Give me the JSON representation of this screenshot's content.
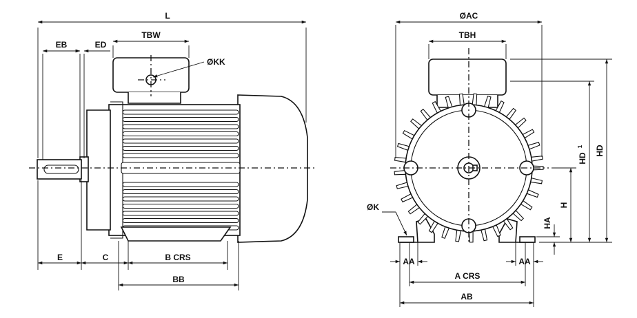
{
  "side_view": {
    "labels": {
      "L": "L",
      "EB": "EB",
      "ED": "ED",
      "TBW": "TBW",
      "KK": "ØKK",
      "E": "E",
      "C": "C",
      "BCRS": "B CRS",
      "BB": "BB"
    }
  },
  "end_view": {
    "labels": {
      "AC": "ØAC",
      "TBH": "TBH",
      "HD": "HD",
      "HD1": "HD",
      "HD1_sup": "1",
      "H": "H",
      "HA": "HA",
      "K": "ØK",
      "AA_left": "AA",
      "AA_right": "AA",
      "ACRS": "A CRS",
      "AB": "AB"
    }
  }
}
